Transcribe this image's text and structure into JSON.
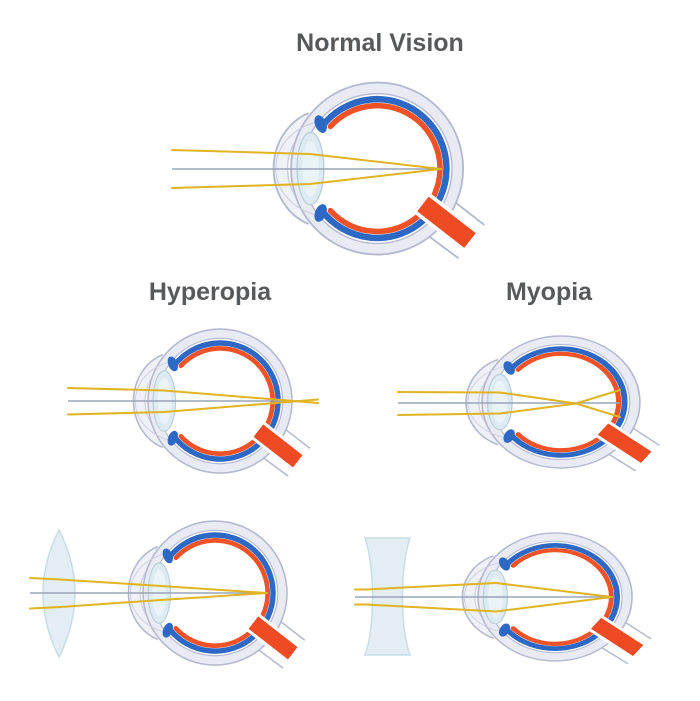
{
  "illustration": {
    "name": "Eye refraction conditions diagram",
    "titles": {
      "normal": "Normal Vision",
      "hyperopia": "Hyperopia",
      "myopia": "Myopia"
    },
    "panels": [
      {
        "name": "normal-vision",
        "eye_shape": "round eyeball",
        "focal_point": "light rays converge exactly on the retina",
        "corrective_lens": "none"
      },
      {
        "name": "hyperopia",
        "eye_shape": "short eyeball",
        "focal_point": "light rays converge behind the retina",
        "corrective_lens": "none"
      },
      {
        "name": "myopia",
        "eye_shape": "elongated eyeball",
        "focal_point": "light rays converge in front of the retina",
        "corrective_lens": "none"
      },
      {
        "name": "hyperopia-corrected",
        "eye_shape": "short eyeball",
        "focal_point": "light rays converge on the retina",
        "corrective_lens": "convex converging lens"
      },
      {
        "name": "myopia-corrected",
        "eye_shape": "elongated eyeball",
        "focal_point": "light rays converge on the retina",
        "corrective_lens": "concave diverging lens"
      }
    ]
  },
  "colors": {
    "page_bg": "#ffffff",
    "title_text": "#58595b",
    "sclera_fill": "#e9ebf4",
    "outline": "#b4b9cf",
    "choroid_blue": "#2d68c4",
    "retina_orange": "#ee5226",
    "optic_nerve_red": "#ee4a23",
    "lens_fill": "#dceaf2",
    "corrective_lens_fill": "#e2eef3",
    "light_ray_yellow": "#e0b322",
    "axis_gray": "#9aa3b5"
  }
}
